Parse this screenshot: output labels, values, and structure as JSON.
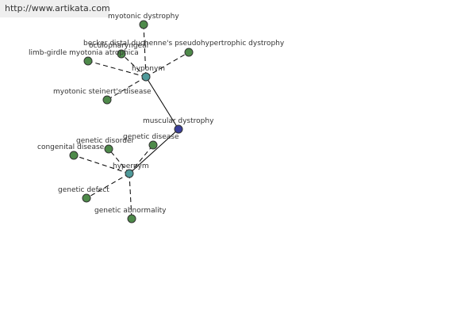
{
  "source_url": "http://www.artikata.com",
  "colors": {
    "leaf": "#4e8a4a",
    "hub": "#4f9a9a",
    "center": "#3b3f9a"
  },
  "graph": {
    "center": {
      "id": "center",
      "label": "muscular dystrophy"
    },
    "hubs": [
      {
        "id": "hyponym",
        "label": "hyponym"
      },
      {
        "id": "hypernym",
        "label": "hypernym"
      }
    ],
    "leaves": [
      {
        "id": "myotonic-dystrophy",
        "label": "myotonic dystrophy",
        "hub": "hyponym"
      },
      {
        "id": "becker-distal",
        "label": "becker distal duchenne's pseudohypertrophic dystrophy",
        "hub": "hyponym"
      },
      {
        "id": "oculopharyngeal",
        "label": "oculopharyngeal",
        "hub": "hyponym"
      },
      {
        "id": "limb-girdle",
        "label": "limb-girdle myotonia atrophica",
        "hub": "hyponym"
      },
      {
        "id": "myotonic-steinert",
        "label": "myotonic steinert's disease",
        "hub": "hyponym"
      },
      {
        "id": "genetic-disease",
        "label": "genetic disease",
        "hub": "hypernym"
      },
      {
        "id": "genetic-disorder",
        "label": "genetic disorder",
        "hub": "hypernym"
      },
      {
        "id": "congenital-disease",
        "label": "congenital disease",
        "hub": "hypernym"
      },
      {
        "id": "genetic-defect",
        "label": "genetic defect",
        "hub": "hypernym"
      },
      {
        "id": "genetic-abnormality",
        "label": "genetic abnormality",
        "hub": "hypernym"
      }
    ]
  }
}
